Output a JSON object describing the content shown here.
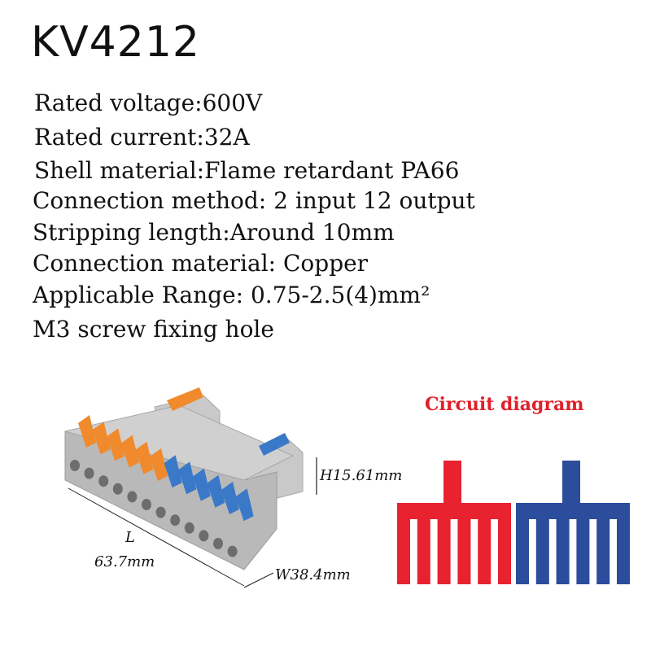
{
  "title": "KV4212",
  "specs": [
    "Rated voltage:600V",
    "Rated current:32A",
    "Shell material:Flame retardant PA66",
    "Connection method: 2 input 12 output",
    "Stripping length:Around 10mm",
    "Connection material: Copper",
    "Applicable Range: 0.75-2.5(4)mm²",
    "M3 screw fixing hole"
  ],
  "dimensions": {
    "height": "H15.61mm",
    "length_label": "L",
    "length_value": "63.7mm",
    "width": "W38.4mm"
  },
  "circuit": {
    "title": "Circuit diagram",
    "title_color": "#e0202a",
    "input_colors": [
      "#e8222f",
      "#2c4c9c"
    ],
    "outputs_per_group": 6
  },
  "product_colors": {
    "shell": "#b9b9b9",
    "orange_levers": "#f08a2c",
    "blue_levers": "#3a78c8"
  }
}
